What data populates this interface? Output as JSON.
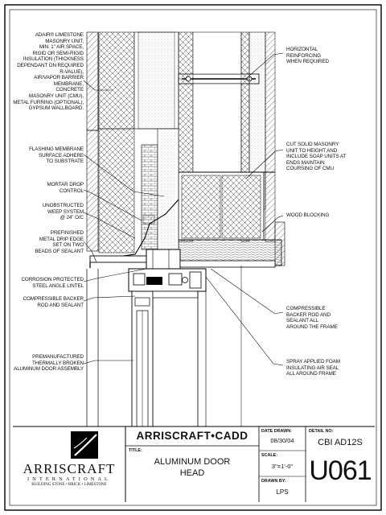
{
  "notes_left": [
    {
      "id": "adair",
      "lines": [
        "ADAIR® LIMESTONE",
        "MASONRY UNIT,",
        "MIN. 1\" AIR SPACE,",
        "RIGID OR SEMI-RIGID",
        "INSULATION (THICKNESS",
        "DEPENDANT ON REQUIRED",
        "R-VALUE),",
        "AIR/VAPOR BARRIER",
        "MEMBRANE,",
        "CONCRETE",
        "MASONRY UNIT (CMU),",
        "METAL FURRING (OPTIONAL),",
        "GYPSUM WALLBOARD."
      ]
    },
    {
      "id": "flashing",
      "lines": [
        "FLASHING MEMBRANE",
        "SURFACE ADHERE",
        "TO SUBSTRATE"
      ]
    },
    {
      "id": "mortar",
      "lines": [
        "MORTAR DROP",
        "CONTROL"
      ]
    },
    {
      "id": "weep",
      "lines": [
        "UNOBSTRUCTED",
        "WEEP SYSTEM",
        "@ 24\" O/C"
      ]
    },
    {
      "id": "drip",
      "lines": [
        "PREFINISHED",
        "METAL DRIP EDGE",
        "SET ON TWO",
        "BEADS OF SEALANT"
      ]
    },
    {
      "id": "lintel",
      "lines": [
        "CORROSION PROTECTED",
        "STEEL ANGLE LINTEL"
      ]
    },
    {
      "id": "backer",
      "lines": [
        "COMPRESSIBLE BACKER",
        "ROD AND SEALANT"
      ]
    },
    {
      "id": "door",
      "lines": [
        "PREMANUFACTURED",
        "THERMALLY BROKEN",
        "ALUMINUM DOOR ASSEMBLY"
      ]
    }
  ],
  "notes_right": [
    {
      "id": "horizontal",
      "lines": [
        "HORIZONTAL",
        "REINFORCING",
        "WHEN REQUIRED"
      ]
    },
    {
      "id": "cut",
      "lines": [
        "CUT SOLID MASONRY",
        "UNIT TO HEIGHT AND",
        "INCLUDE SOAP UNITS AT",
        "ENDS MAINTAIN",
        "COURSING OF CMU"
      ]
    },
    {
      "id": "wood",
      "lines": [
        "WOOD BLOCKING"
      ]
    },
    {
      "id": "backer_right",
      "lines": [
        "COMPRESSIBLE",
        "BACKER ROD AND",
        "SEALANT ALL",
        "AROUND THE FRAME"
      ]
    },
    {
      "id": "spray",
      "lines": [
        "SPRAY APPLIED FOAM",
        "INSULATING AIR SEAL",
        "ALL AROUND FRAME"
      ]
    }
  ],
  "title_block": {
    "logo_name": "ARRISCRAFT",
    "logo_sub": "INTERNATIONAL",
    "logo_tagline": "BUILDING STONE • BRICK • LIMESTONE",
    "cadd_title": "ARRISCRAFT•CADD",
    "title_label": "TITLE:",
    "title_line1": "ALUMINUM DOOR",
    "title_line2": "HEAD",
    "date_label": "DATE DRAWN:",
    "date_value": "08/30/04",
    "scale_label": "SCALE:",
    "scale_value": "3\"=1'-0\"",
    "drawn_label": "DRAWN BY:",
    "drawn_value": "LPS",
    "detail_label": "DETAIL No:",
    "detail_code": "CBI AD12S",
    "detail_number": "U061"
  }
}
